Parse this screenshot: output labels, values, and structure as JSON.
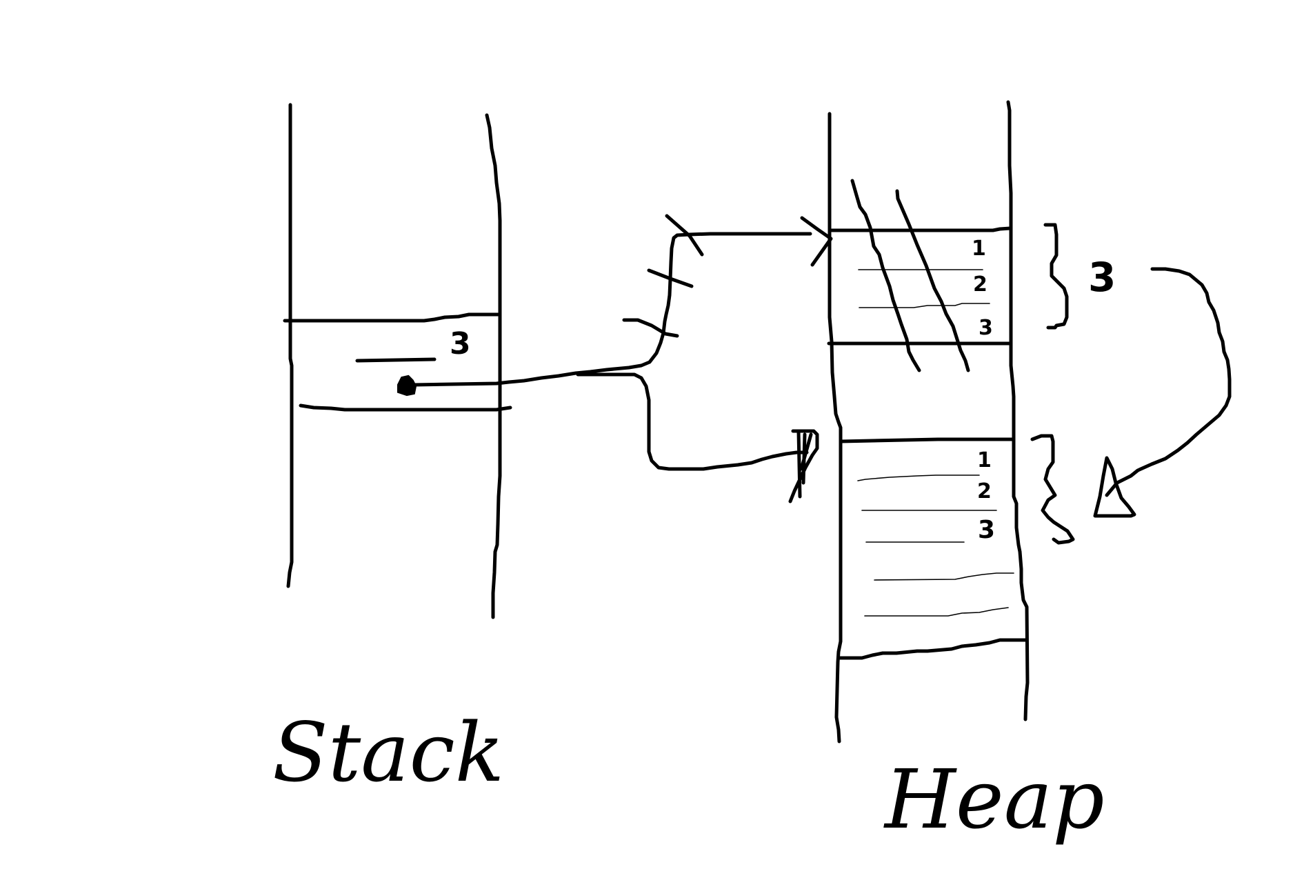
{
  "diagram": {
    "stack": {
      "label": "Stack",
      "frame_value": "3"
    },
    "heap": {
      "label": "Heap",
      "old_block": {
        "size": "3",
        "indices": [
          "1",
          "2",
          "3"
        ]
      },
      "new_block": {
        "indices": [
          "1",
          "2",
          "3"
        ]
      }
    }
  },
  "colors": {
    "ink": "#000000",
    "background": "#ffffff"
  }
}
